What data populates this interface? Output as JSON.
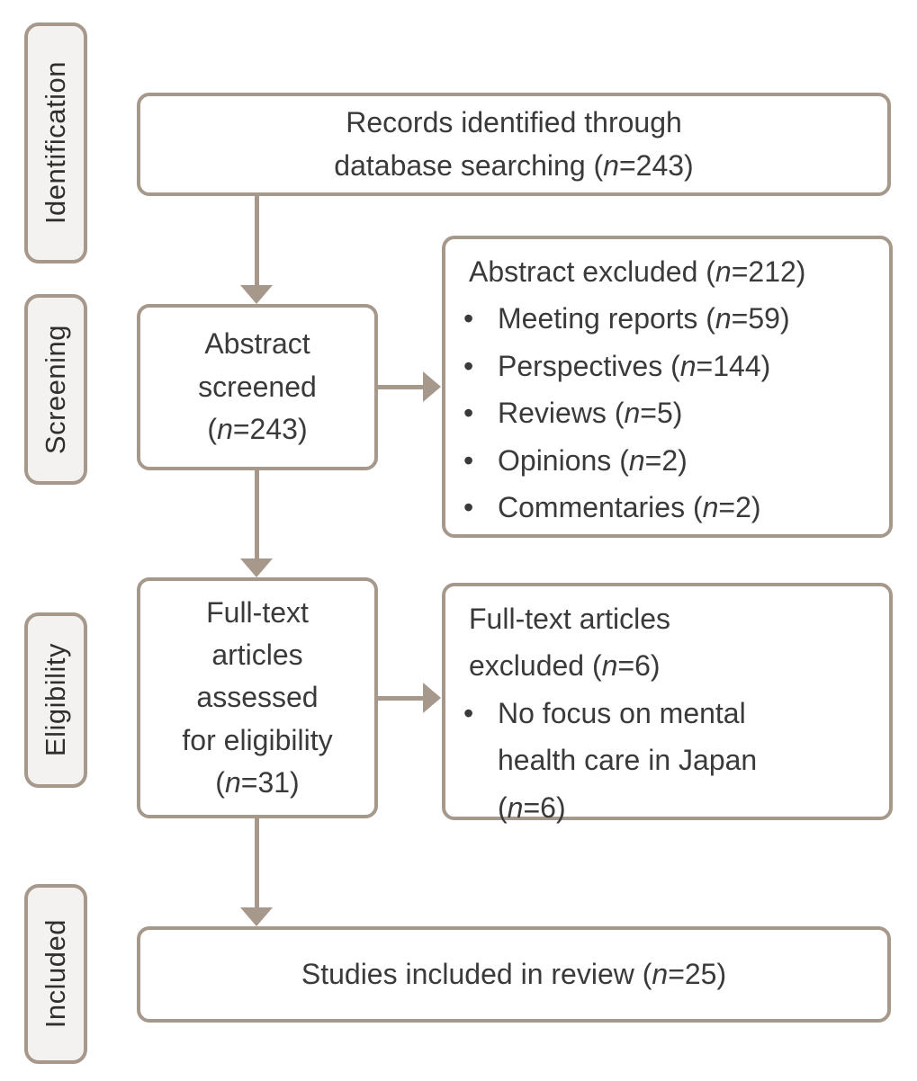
{
  "stages": [
    {
      "label": "Identification"
    },
    {
      "label": "Screening"
    },
    {
      "label": "Eligibility"
    },
    {
      "label": "Included"
    }
  ],
  "boxes": {
    "records": {
      "lines": [
        "Records identified through",
        "database searching (n=243)"
      ]
    },
    "screened": {
      "lines": [
        "Abstract",
        "screened",
        "(n=243)"
      ]
    },
    "abstract_excluded": {
      "title": "Abstract excluded (n=212)",
      "items": [
        "Meeting reports (n=59)",
        "Perspectives (n=144)",
        "Reviews (n=5)",
        "Opinions (n=2)",
        "Commentaries (n=2)"
      ]
    },
    "fulltext": {
      "lines": [
        "Full-text",
        "articles",
        "assessed",
        "for eligibility",
        "(n=31)"
      ]
    },
    "fulltext_excluded": {
      "title_lines": [
        "Full-text articles",
        "excluded (n=6)"
      ],
      "items": [
        "No focus on mental health care in Japan (n=6)"
      ]
    },
    "included": {
      "lines": [
        "Studies included in review (n=25)"
      ]
    }
  },
  "colors": {
    "border": "#a6988b",
    "stage_fill": "#f4f2f0",
    "text": "#3a3a3a",
    "background": "#ffffff"
  }
}
